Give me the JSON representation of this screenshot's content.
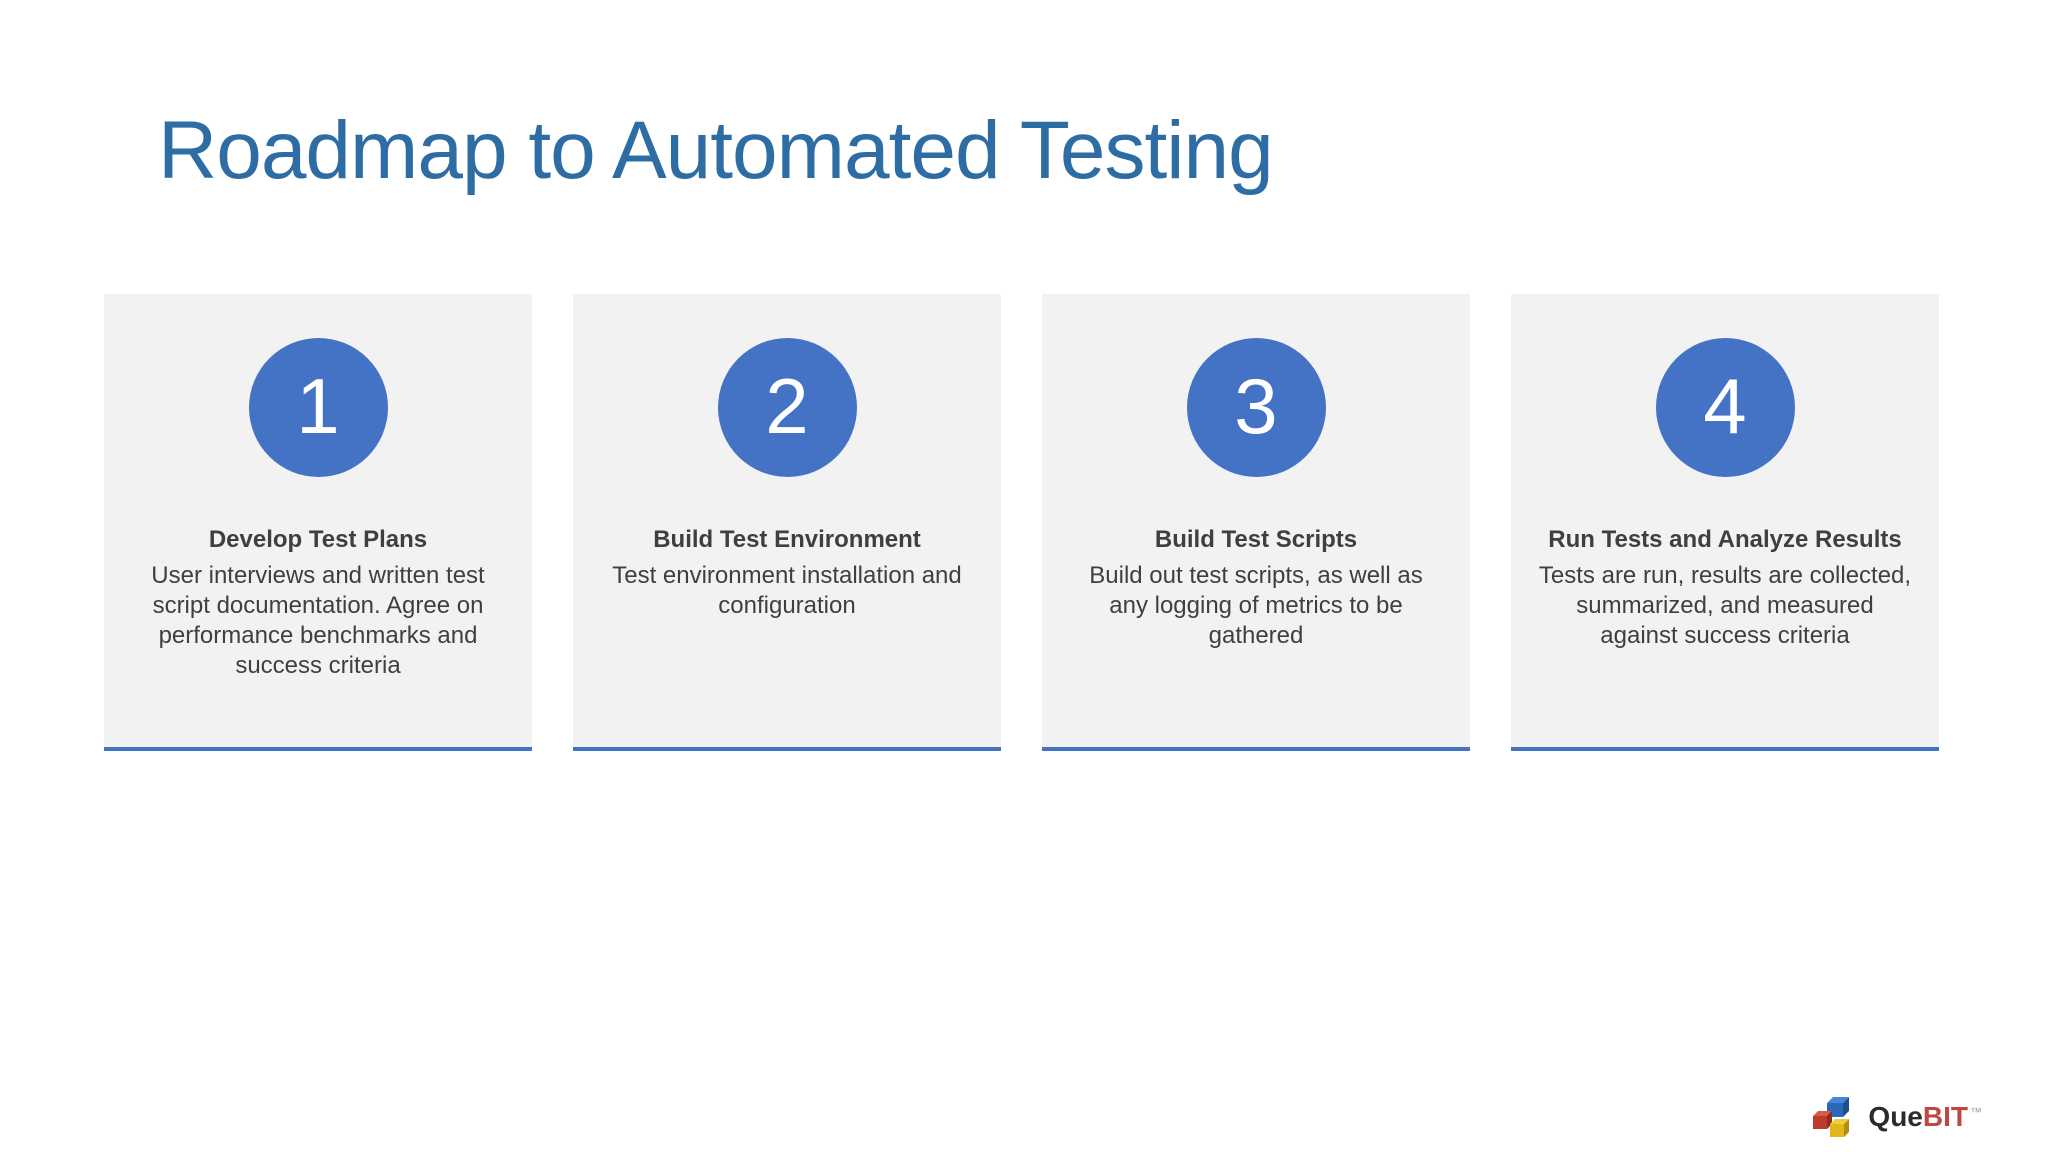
{
  "slide": {
    "title": "Roadmap to Automated Testing"
  },
  "steps": [
    {
      "number": "1",
      "heading": "Develop Test Plans",
      "description": "User interviews and written test script documentation. Agree on performance benchmarks and success criteria"
    },
    {
      "number": "2",
      "heading": "Build Test Environment",
      "description": "Test environment installation and configuration"
    },
    {
      "number": "3",
      "heading": "Build Test Scripts",
      "description": "Build out test scripts, as well as any logging of metrics to be gathered"
    },
    {
      "number": "4",
      "heading": "Run Tests and Analyze Results",
      "description": "Tests are run, results are collected, summarized, and measured against success criteria"
    }
  ],
  "logo": {
    "que": "Que",
    "bit": "BIT",
    "trademark": "™"
  },
  "colors": {
    "title_blue": "#2E6DA4",
    "accent_blue": "#4472C4",
    "card_background": "#F2F2F2",
    "body_text": "#3F3F3F",
    "logo_red": "#BE4743",
    "logo_black": "#2B2B2B",
    "cube_blue": "#2A68BC",
    "cube_red": "#C03A2B",
    "cube_yellow": "#E3B719"
  }
}
